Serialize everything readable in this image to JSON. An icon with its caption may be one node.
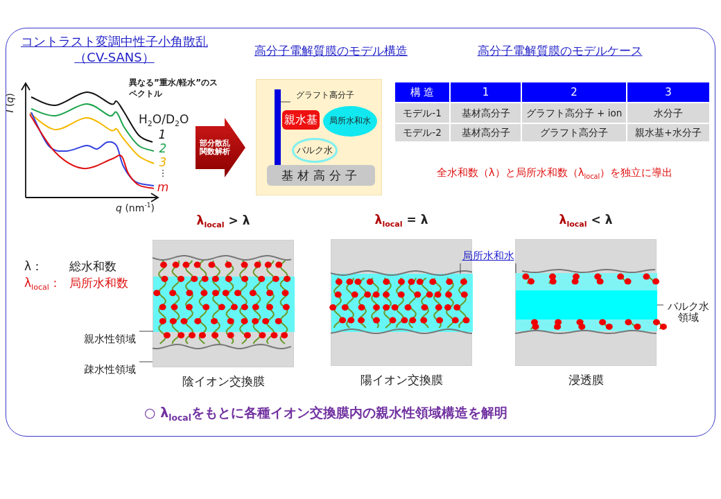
{
  "diagram": {
    "nodes": [
      {
        "text": [],
        "shape": "box"
      },
      {
        "text": [
          "グラフト高分子"
        ],
        "in": 0
      },
      {
        "text": [],
        "shape": "bar",
        "in": 0
      },
      {
        "text": [
          "親水基"
        ],
        "in": 0
      },
      {
        "text": [
          "局所水和水"
        ],
        "in": 0
      },
      {
        "text": [
          "バルク水"
        ],
        "in": 0
      },
      {
        "text": [
          "基材高分子"
        ],
        "in": 0
      },
      {
        "text": [
          "部分散乱関数解析"
        ]
      },
      {
        "text": [],
        "shape": "box",
        "beside": [
          "λ$_{local}$ > λ",
          "陰イオン交換膜"
        ]
      },
      {
        "text": [],
        "shape": "bar",
        "in": 8
      },
      {
        "text": [
          "親水性領域"
        ]
      },
      {
        "text": [
          "疎水性領域"
        ]
      },
      {
        "text": [],
        "shape": "box",
        "beside": [
          "λ$_{local}$ = λ",
          "陽イオン交換膜"
        ]
      },
      {
        "text": [],
        "shape": "bar",
        "in": 12
      },
      {
        "text": [
          "局所水和水"
        ]
      },
      {
        "text": [],
        "shape": "box",
        "beside": [
          "λ$_{local}$ < λ",
          "浸透膜"
        ]
      },
      {
        "text": [],
        "shape": "bar",
        "in": 15
      },
      {
        "text": [],
        "shape": "bar",
        "in": 16
      },
      {
        "text": [
          "バルク水領域"
        ]
      }
    ],
    "edges": [
      {
        "from": 1,
        "to": 2,
        "arrow": "none"
      },
      {
        "from": 10,
        "to": 9,
        "arrow": "none"
      },
      {
        "from": 11,
        "to": 8,
        "arrow": "none"
      },
      {
        "from": 14,
        "to": 13,
        "arrow": "none"
      },
      {
        "from": 14,
        "to": 16,
        "arrow": "none"
      },
      {
        "from": 18,
        "to": 17,
        "arrow": "none"
      }
    ],
    "labels": [
      "コントラスト変調中性子小角散乱（CV-SANS）",
      "*I* (*q*)",
      "*q* (nm$^{-1}$)",
      "異なる”重水/軽水”のスペクトル",
      "H$_{2}$O/D$_{2}$O",
      "1",
      "2",
      "3",
      "⋮",
      "m",
      "高分子電解質膜のモデル構造",
      "高分子電解質膜のモデルケース",
      "構 造",
      "1",
      "2",
      "3",
      "モデル-1",
      "基材高分子",
      "グラフト高分子 + ion",
      "水分子",
      "モデル-2",
      "基材高分子",
      "グラフト高分子",
      "親水基+水分子",
      "全水和数（λ）と局所水和数（λ$_{local}$）を独立に導出",
      "λ：",
      "総水和数",
      "λ$_{local}$：",
      "局所水和数",
      "○ λ$_{local}$をもとに各種イオン交換膜内の親水性領域構造を解明"
    ]
  }
}
